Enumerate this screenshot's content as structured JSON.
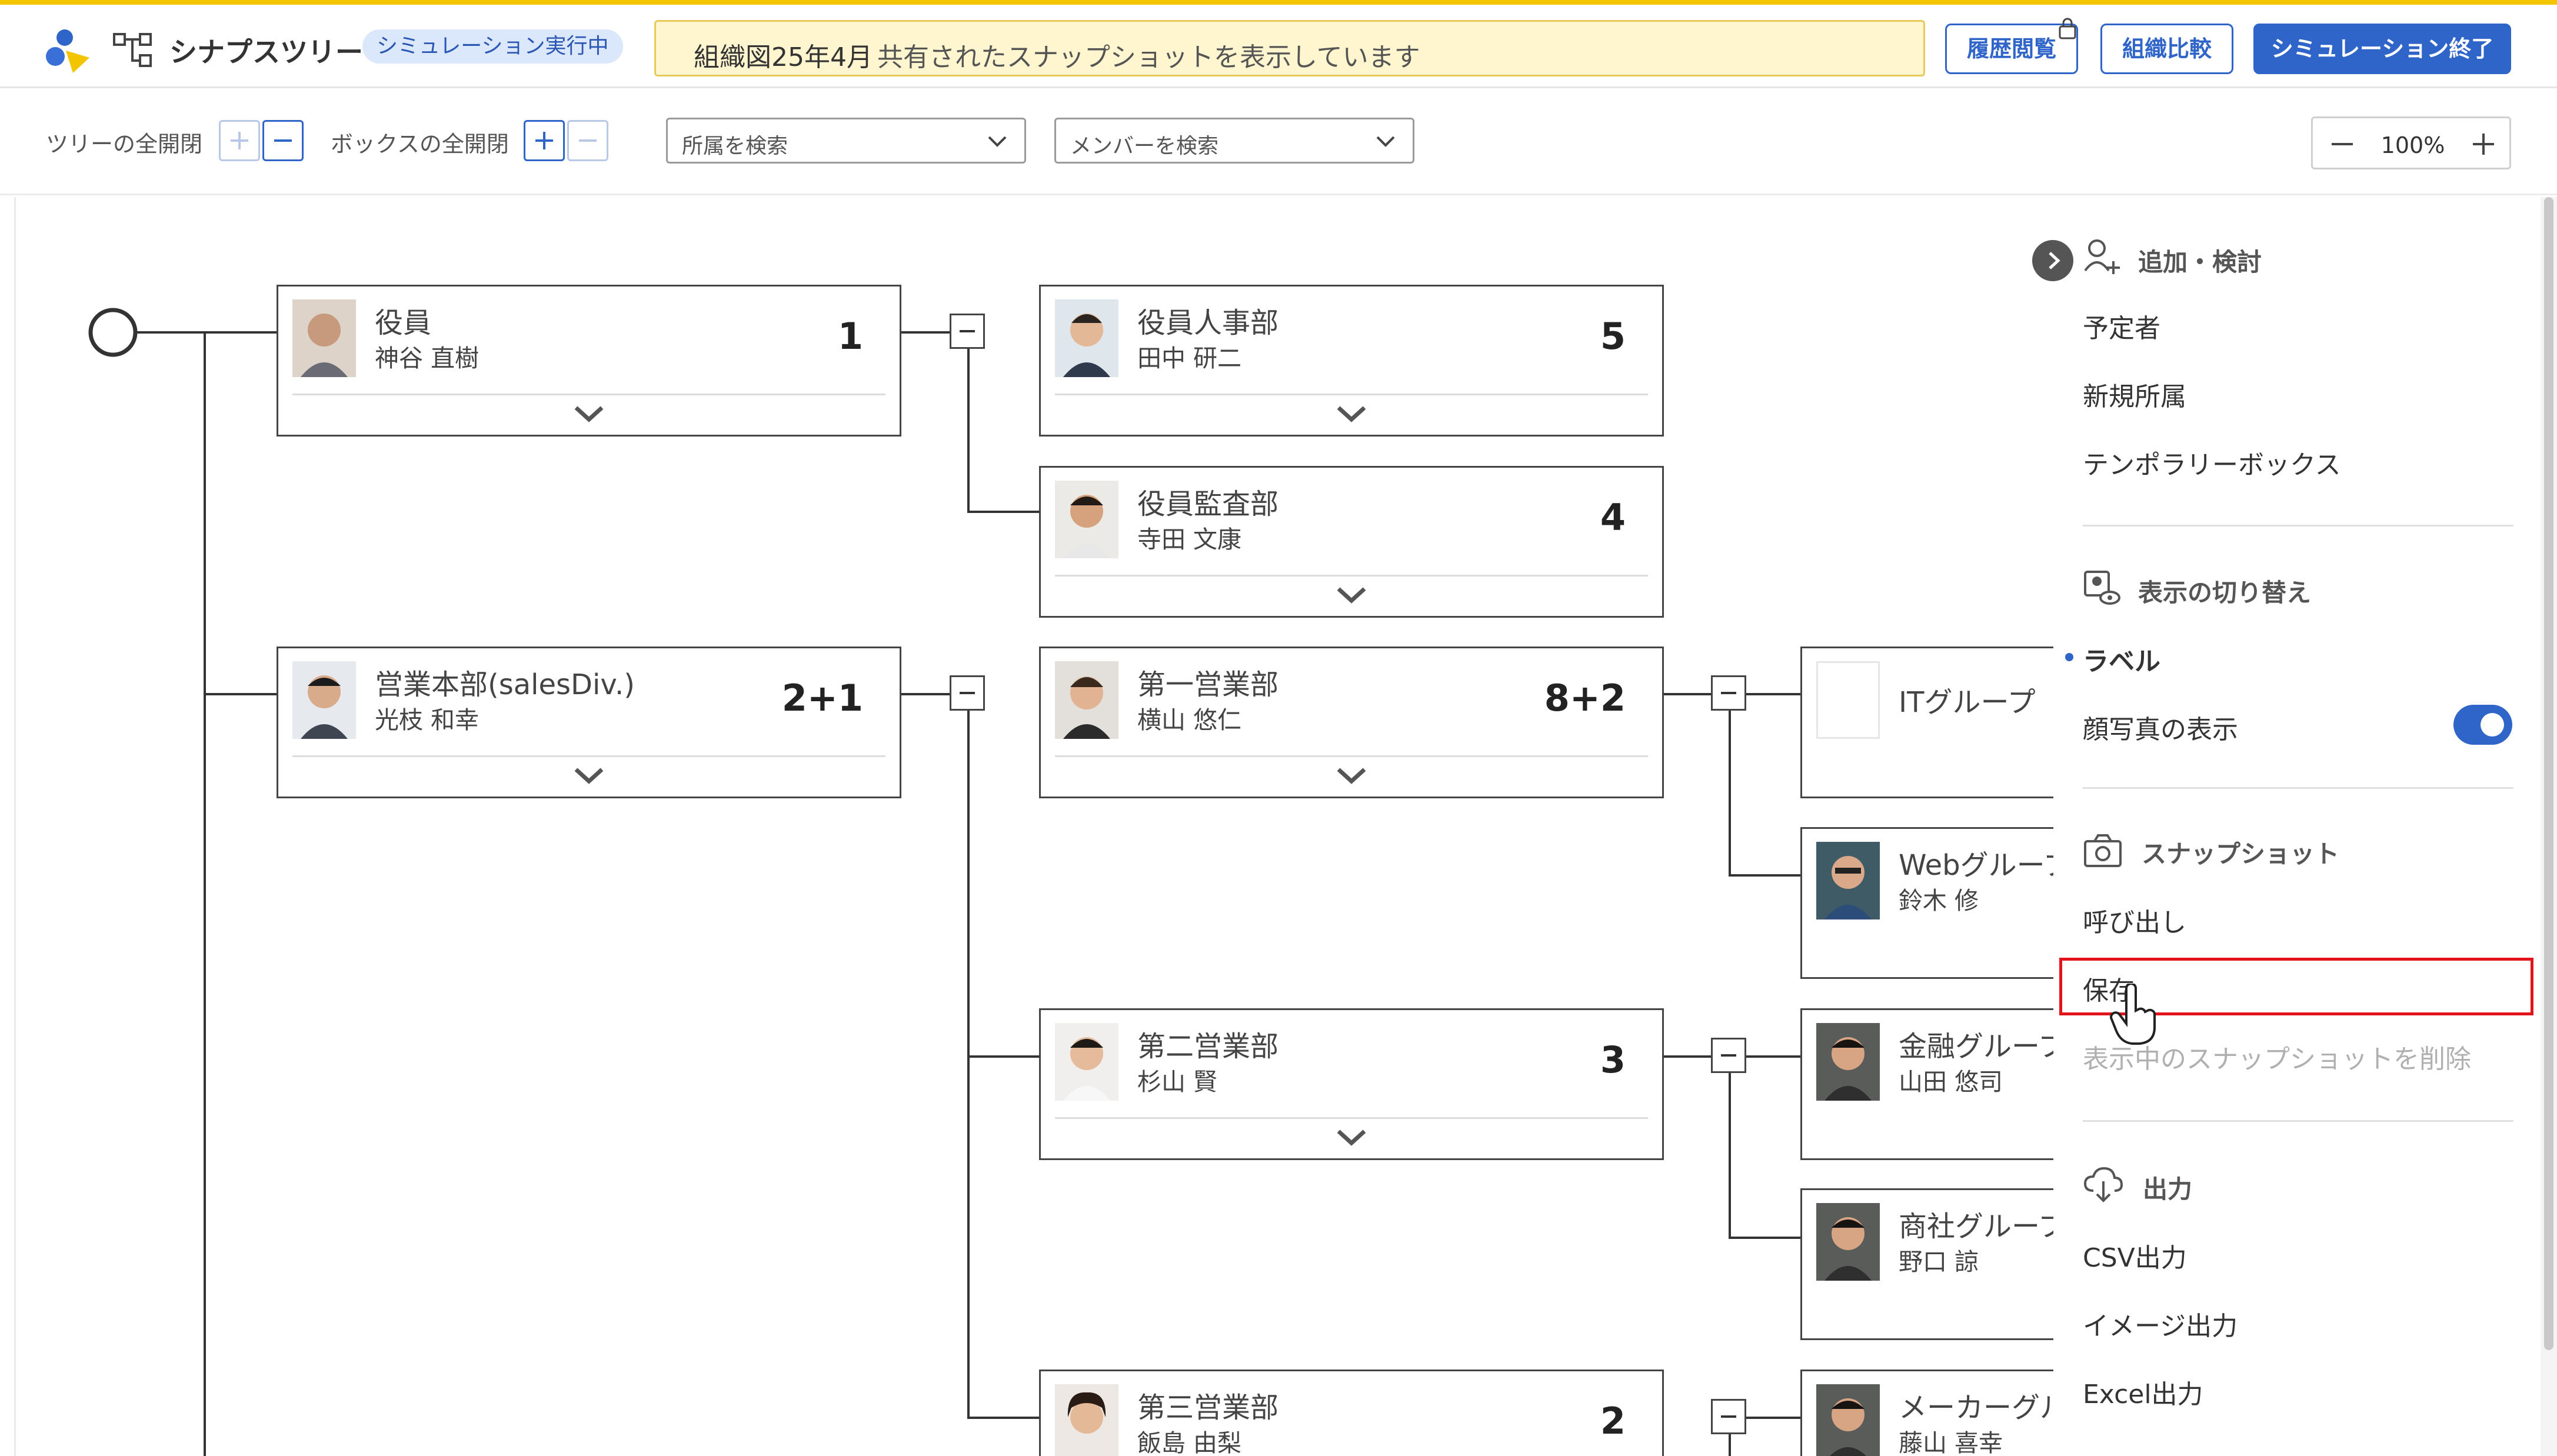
{
  "header": {
    "app_name": "シナプスツリー",
    "status_badge": "シミュレーション実行中",
    "notice_title": "組織図25年4月",
    "notice_message": "共有されたスナップショットを表示しています",
    "history_button": "履歴閲覧",
    "compare_button": "組織比較",
    "end_button": "シミュレーション終了"
  },
  "toolbar": {
    "tree_expand_label": "ツリーの全開閉",
    "box_expand_label": "ボックスの全開閉",
    "dept_search_placeholder": "所属を検索",
    "member_search_placeholder": "メンバーを検索",
    "zoom_value": "100%"
  },
  "org": {
    "c1": {
      "title": "役員",
      "person": "神谷 直樹",
      "count": "1"
    },
    "c2": {
      "title": "役員人事部",
      "person": "田中 研二",
      "count": "5"
    },
    "c3": {
      "title": "役員監査部",
      "person": "寺田 文康",
      "count": "4"
    },
    "c4": {
      "title": "営業本部(salesDiv.)",
      "person": "光枝 和幸",
      "count": "2+1"
    },
    "c5": {
      "title": "第一営業部",
      "person": "横山 悠仁",
      "count": "8+2"
    },
    "c6": {
      "title": "ITグループ",
      "person": "",
      "count": ""
    },
    "c7": {
      "title": "Webグループ",
      "person": "鈴木 修",
      "count": ""
    },
    "c8": {
      "title": "第二営業部",
      "person": "杉山 賢",
      "count": "3"
    },
    "c9": {
      "title": "金融グループ",
      "person": "山田 悠司",
      "count": ""
    },
    "c10": {
      "title": "商社グループ",
      "person": "野口 諒",
      "count": ""
    },
    "c11": {
      "title": "第三営業部",
      "person": "飯島 由梨",
      "count": "2"
    },
    "c12": {
      "title": "メーカーグループ",
      "person": "藤山 喜幸",
      "count": ""
    }
  },
  "panel": {
    "add_section": "追加・検討",
    "add_items": [
      "予定者",
      "新規所属",
      "テンポラリーボックス"
    ],
    "display_section": "表示の切り替え",
    "display_label": "ラベル",
    "photo_toggle_label": "顔写真の表示",
    "photo_toggle_on": true,
    "snapshot_section": "スナップショット",
    "snapshot_call": "呼び出し",
    "snapshot_save": "保存",
    "snapshot_delete": "表示中のスナップショットを削除",
    "output_section": "出力",
    "output_items": [
      "CSV出力",
      "イメージ出力",
      "Excel出力"
    ]
  },
  "colors": {
    "brand_yellow": "#f3c500",
    "accent_blue": "#2f64c9",
    "highlight_red": "#e3131c"
  }
}
